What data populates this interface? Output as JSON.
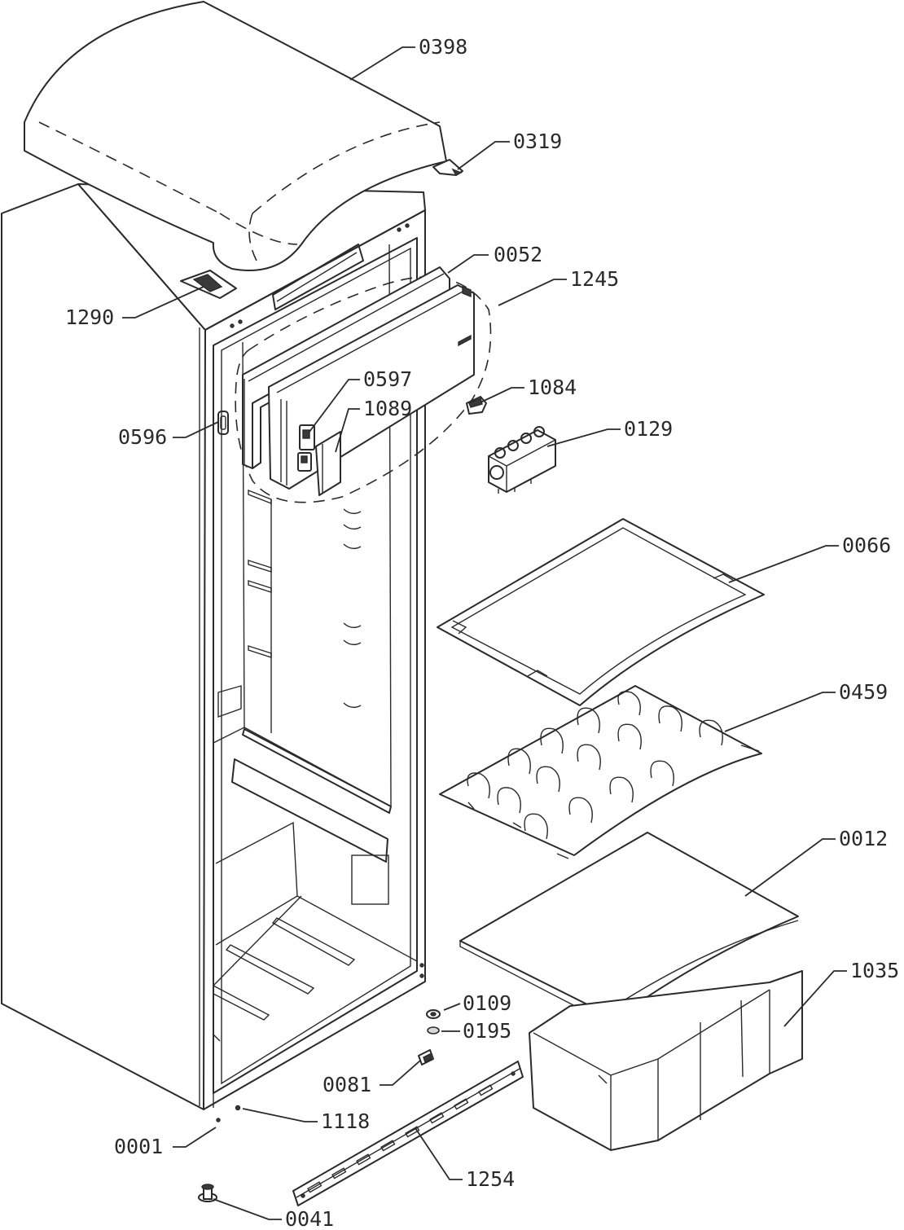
{
  "parts": [
    {
      "id": "p0398",
      "number": "0398"
    },
    {
      "id": "p0319",
      "number": "0319"
    },
    {
      "id": "p0052",
      "number": "0052"
    },
    {
      "id": "p1245",
      "number": "1245"
    },
    {
      "id": "p1290",
      "number": "1290"
    },
    {
      "id": "p0597",
      "number": "0597"
    },
    {
      "id": "p1084",
      "number": "1084"
    },
    {
      "id": "p1089",
      "number": "1089"
    },
    {
      "id": "p0596",
      "number": "0596"
    },
    {
      "id": "p0129",
      "number": "0129"
    },
    {
      "id": "p0066",
      "number": "0066"
    },
    {
      "id": "p0459",
      "number": "0459"
    },
    {
      "id": "p0012",
      "number": "0012"
    },
    {
      "id": "p1035",
      "number": "1035"
    },
    {
      "id": "p0109",
      "number": "0109"
    },
    {
      "id": "p0195",
      "number": "0195"
    },
    {
      "id": "p0081",
      "number": "0081"
    },
    {
      "id": "p1118",
      "number": "1118"
    },
    {
      "id": "p0001",
      "number": "0001"
    },
    {
      "id": "p1254",
      "number": "1254"
    },
    {
      "id": "p0041",
      "number": "0041"
    }
  ]
}
